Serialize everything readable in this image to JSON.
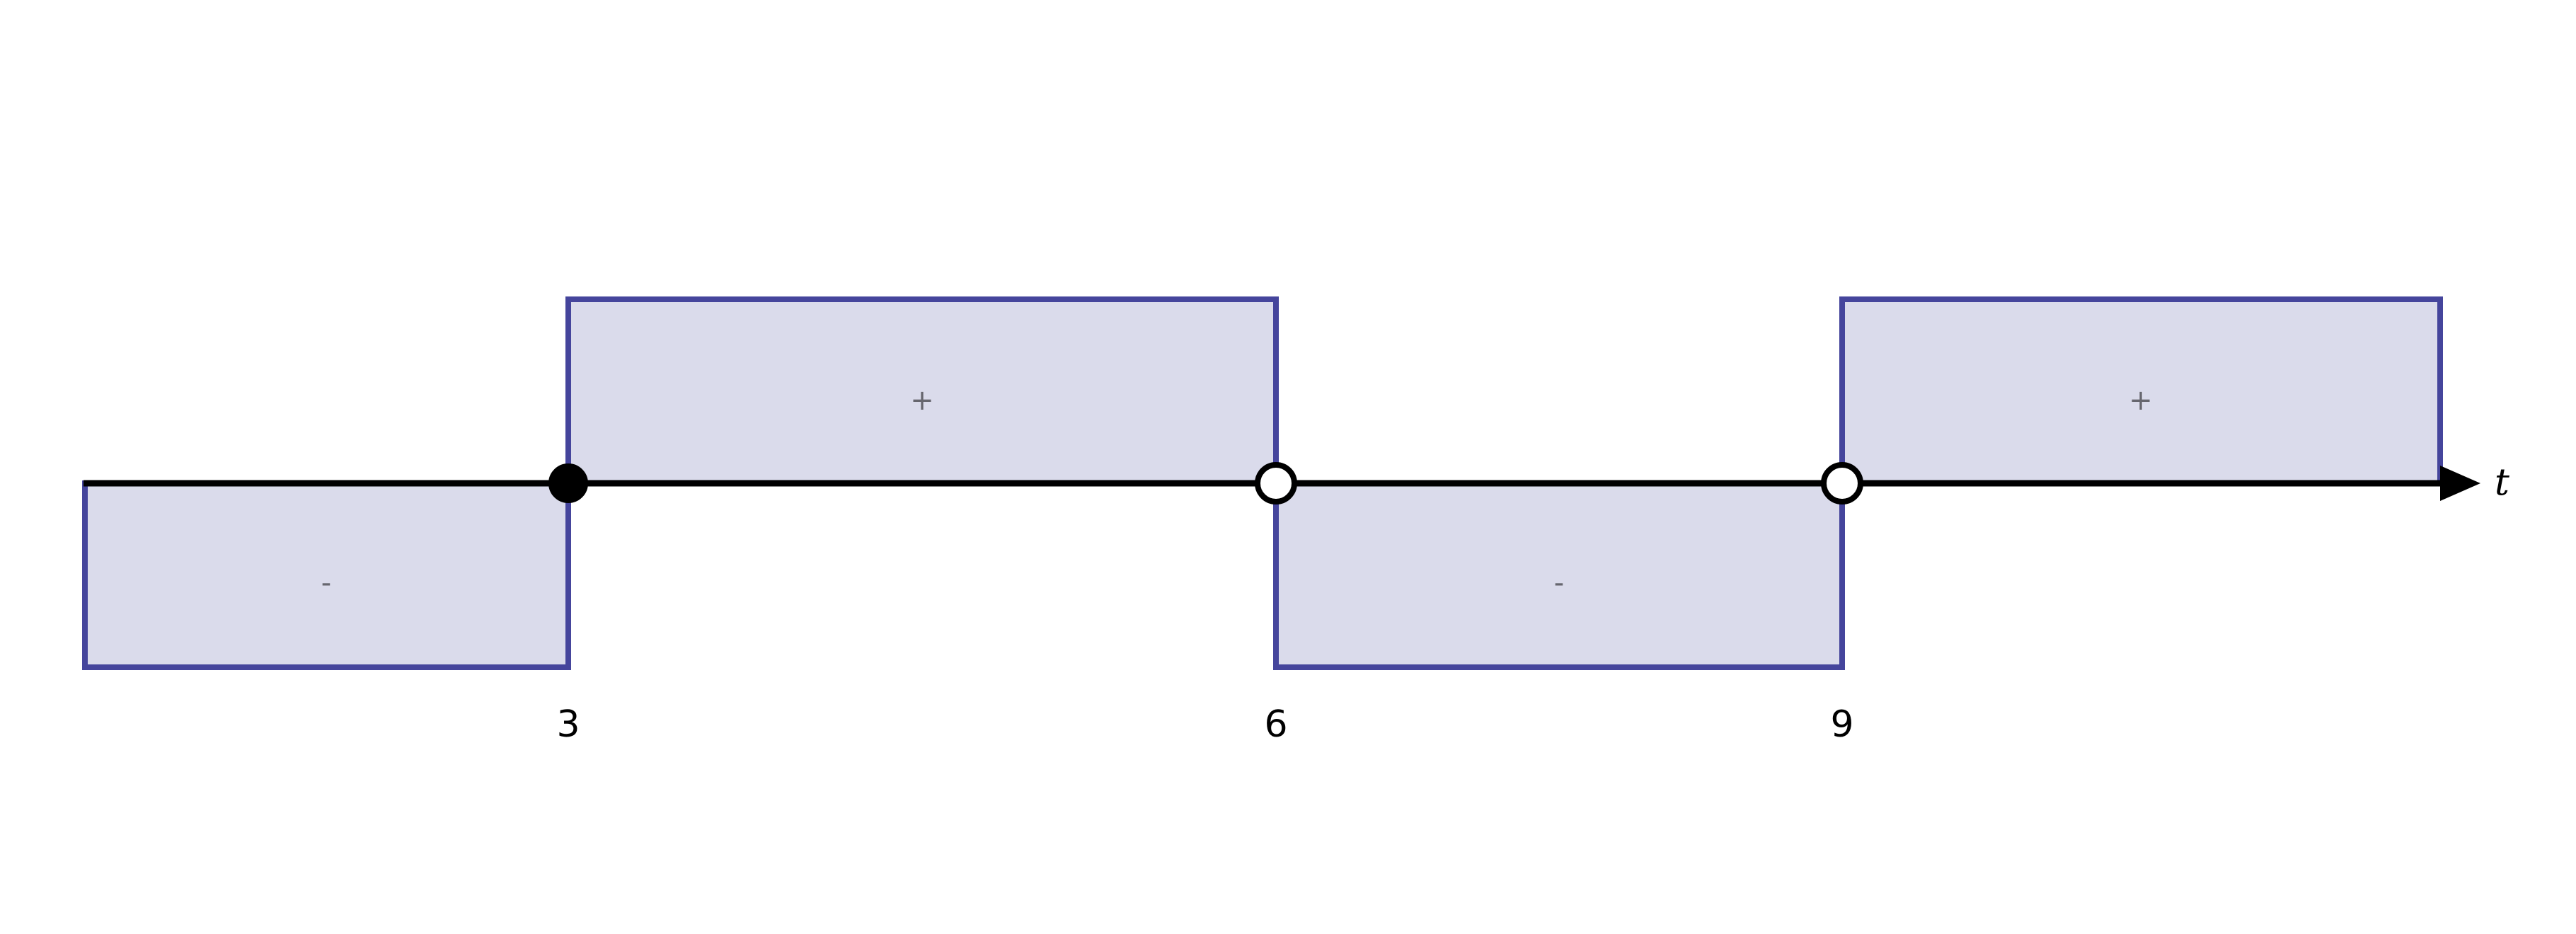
{
  "diagram": {
    "axis_variable": "t",
    "critical_points": [
      {
        "value": "3",
        "marker": "filled"
      },
      {
        "value": "6",
        "marker": "open"
      },
      {
        "value": "9",
        "marker": "open"
      }
    ],
    "intervals": [
      {
        "sign": "-",
        "from": null,
        "to": "3"
      },
      {
        "sign": "+",
        "from": "3",
        "to": "6"
      },
      {
        "sign": "-",
        "from": "6",
        "to": "9"
      },
      {
        "sign": "+",
        "from": "9",
        "to": null
      }
    ]
  },
  "colors": {
    "box_fill": "#dadbeb",
    "box_stroke": "#45459c",
    "axis": "#000000",
    "sign_text": "#66666e"
  }
}
